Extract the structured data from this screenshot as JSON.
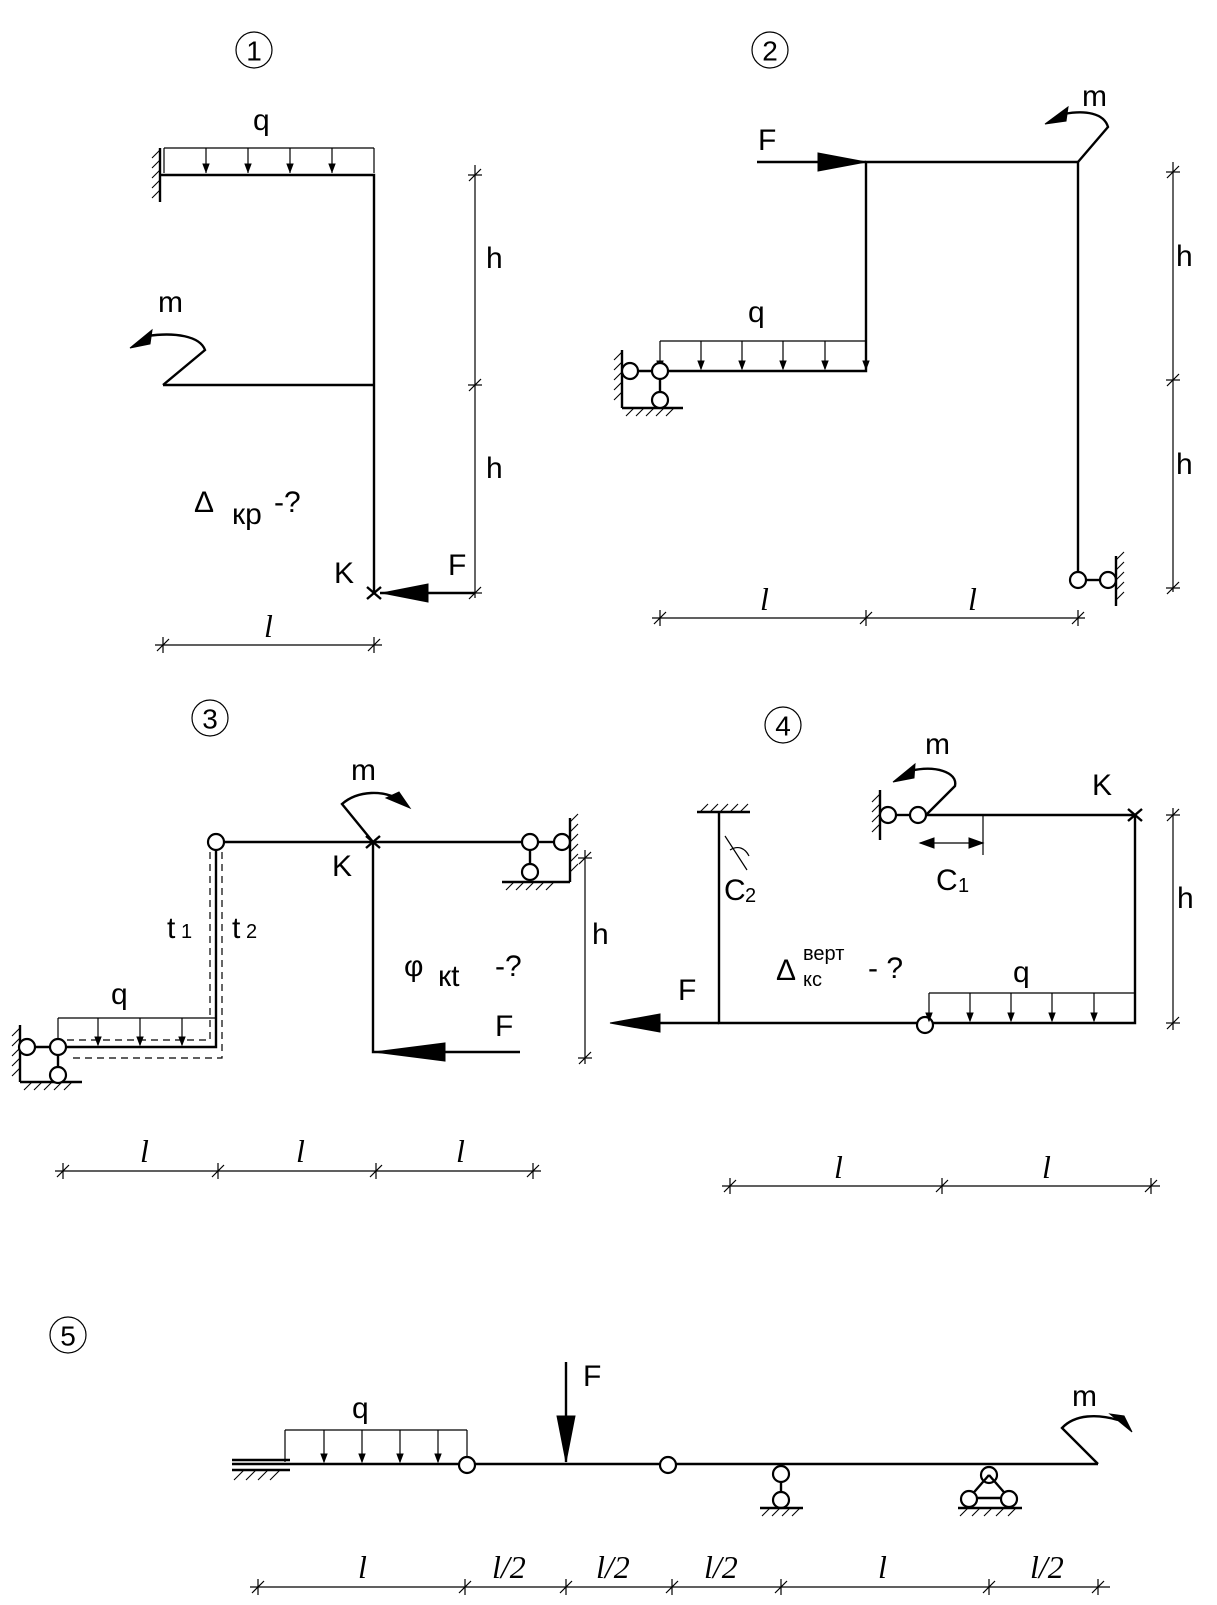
{
  "problems": [
    {
      "number": "1",
      "labels": {
        "q": "q",
        "m": "m",
        "F": "F",
        "K": "K",
        "h1": "h",
        "h2": "h",
        "l": "l",
        "query_main": "Δ",
        "query_sub": "кр",
        "query_tail": "-?"
      }
    },
    {
      "number": "2",
      "labels": {
        "q": "q",
        "m": "m",
        "F": "F",
        "h1": "h",
        "h2": "h",
        "l1": "l",
        "l2": "l"
      }
    },
    {
      "number": "3",
      "labels": {
        "q": "q",
        "m": "m",
        "F": "F",
        "K": "K",
        "h": "h",
        "t1_main": "t",
        "t1_sub": "1",
        "t2_main": "t",
        "t2_sub": "2",
        "l1": "l",
        "l2": "l",
        "l3": "l",
        "query_main": "φ",
        "query_sub": "кt",
        "query_tail": "-?"
      }
    },
    {
      "number": "4",
      "labels": {
        "q": "q",
        "m": "m",
        "F": "F",
        "K": "K",
        "h": "h",
        "c1_main": "C",
        "c1_sub": "1",
        "c2_main": "C",
        "c2_sub": "2",
        "l1": "l",
        "l2": "l",
        "query_main": "Δ",
        "query_sup": "верт",
        "query_sub": "кс",
        "query_tail": "- ?"
      }
    },
    {
      "number": "5",
      "labels": {
        "q": "q",
        "m": "m",
        "F": "F",
        "s1": "l",
        "s2": "l/2",
        "s3": "l/2",
        "s4": "l/2",
        "s5": "l",
        "s6": "l/2"
      }
    }
  ]
}
